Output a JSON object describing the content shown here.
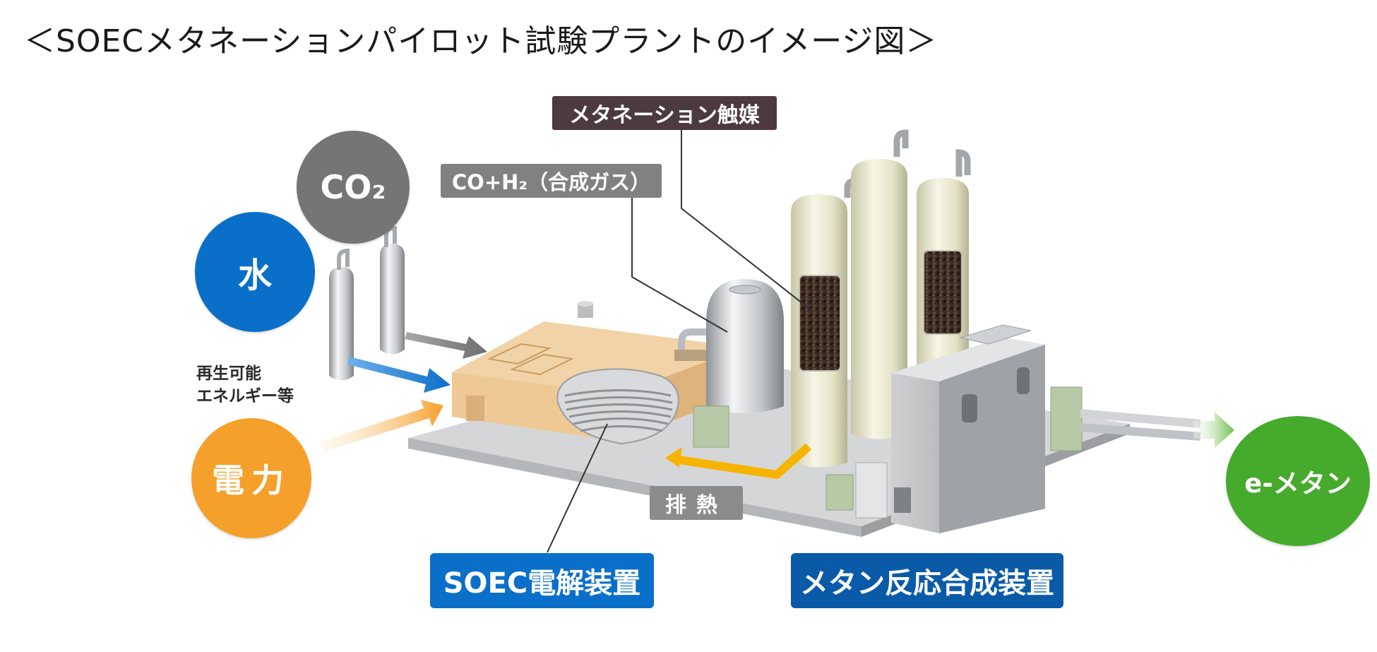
{
  "title": "＜SOECメタネーションパイロット試験プラントのイメージ図＞",
  "inputs": {
    "co2": "CO₂",
    "water": "水",
    "power": "電力",
    "renewable_line1": "再生可能",
    "renewable_line2": "エネルギー等"
  },
  "labels": {
    "catalyst": "メタネーション触媒",
    "syngas": "CO+H₂（合成ガス）",
    "waste_heat": "排熱",
    "soec": "SOEC電解装置",
    "methane_reactor": "メタン反応合成装置"
  },
  "output": {
    "e_methane": "e-メタン"
  },
  "colors": {
    "water_blue": "#0a6fc9",
    "co2_gray": "#757575",
    "power_orange": "#f5a02a",
    "emethane_green": "#46aa2c",
    "catalyst_tag": "#4d3a3f",
    "heat_arrow": "#f6b400"
  }
}
